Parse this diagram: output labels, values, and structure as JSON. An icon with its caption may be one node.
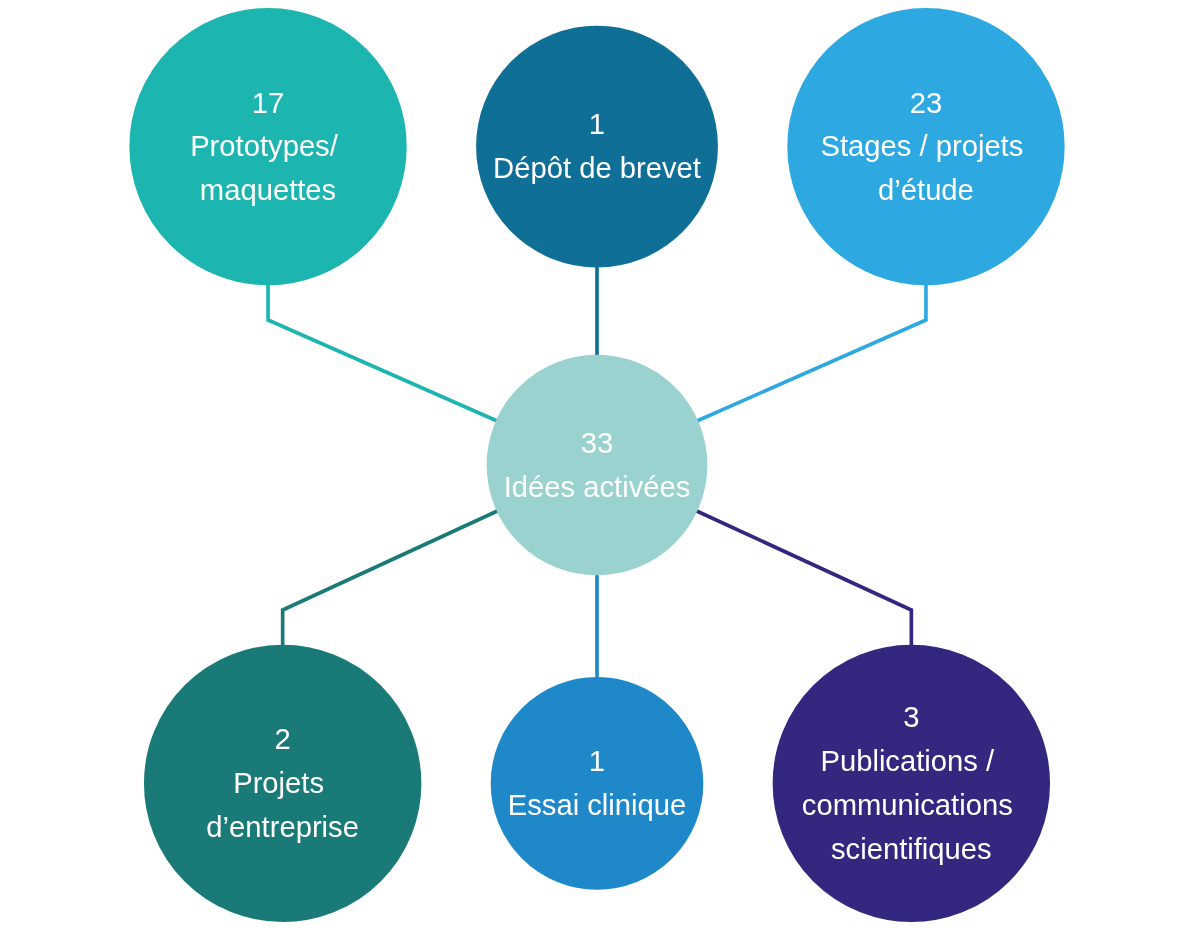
{
  "diagram": {
    "nodes": [
      {
        "text": [
          "17",
          "Prototypes/ maquettes"
        ]
      },
      {
        "text": [
          "1",
          "Dépôt de brevet"
        ]
      },
      {
        "text": [
          "23",
          "Stages / projets d’étude"
        ]
      },
      {
        "text": [
          "33",
          "Idées activées"
        ]
      },
      {
        "text": [
          "2",
          "Projets d’entreprise"
        ]
      },
      {
        "text": [
          "3",
          "Publications / communications scientifiques"
        ]
      },
      {
        "text": [
          "1",
          "Essai clinique"
        ]
      }
    ],
    "edges": [
      {
        "from": 0,
        "to": 3,
        "arrow": "none",
        "color": "#1db5b0"
      },
      {
        "from": 1,
        "to": 3,
        "arrow": "none",
        "color": "#0f6f96"
      },
      {
        "from": 2,
        "to": 3,
        "arrow": "none",
        "color": "#2ea8e0"
      },
      {
        "from": 3,
        "to": 4,
        "arrow": "none",
        "color": "#1a7a78"
      },
      {
        "from": 3,
        "to": 6,
        "arrow": "none",
        "color": "#1e88c9"
      },
      {
        "from": 3,
        "to": 5,
        "arrow": "none",
        "color": "#33277f"
      }
    ]
  }
}
